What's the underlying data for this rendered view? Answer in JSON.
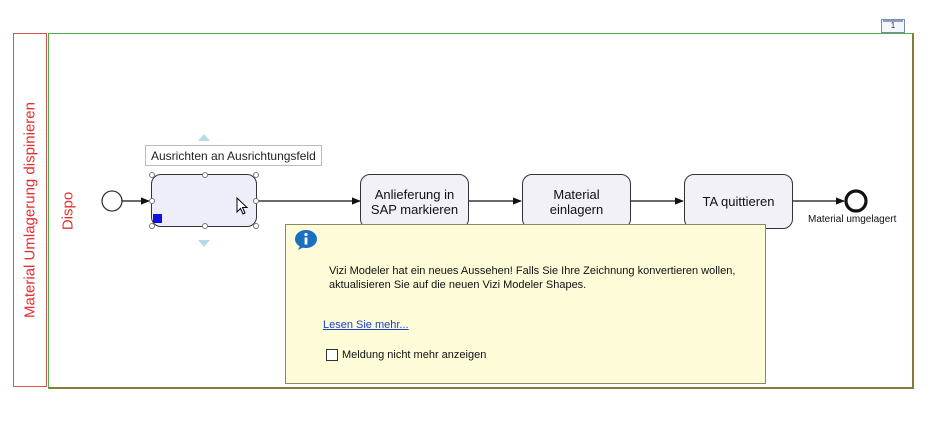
{
  "pool": {
    "label": "Material Umlagerung dispinieren"
  },
  "lane": {
    "label": "Dispo"
  },
  "page_marker": {
    "number": "1"
  },
  "tooltip": {
    "text": "Ausrichten an Ausrichtungsfeld"
  },
  "tasks": [
    {
      "line1": "Anlieferung in",
      "line2": "SAP markieren"
    },
    {
      "line1": "Material",
      "line2": "einlagern"
    },
    {
      "line1": "TA quittieren",
      "line2": ""
    }
  ],
  "end_event": {
    "label": "Material umgelagert"
  },
  "notice": {
    "icon": "info-icon",
    "line1": "Vizi Modeler hat ein neues Aussehen! Falls Sie Ihre Zeichnung konvertieren wollen,",
    "line2": "aktualisieren Sie auf die neuen Vizi Modeler Shapes.",
    "link": "Lesen Sie mehr...",
    "checkbox_label": "Meldung nicht mehr anzeigen",
    "checkbox_checked": false
  }
}
